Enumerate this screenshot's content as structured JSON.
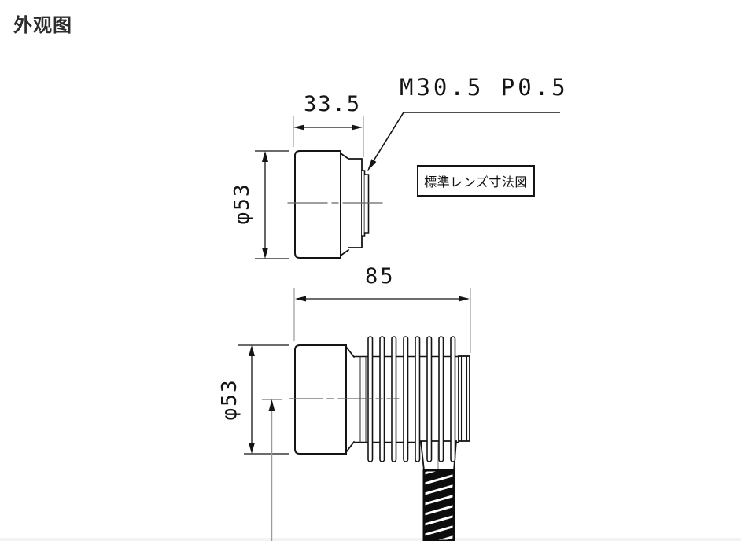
{
  "page": {
    "title": "外观图"
  },
  "drawing": {
    "type": "technical-outline-drawing",
    "views": {
      "lens_view": {
        "callout_thread": "M30.5 P0.5",
        "label_box": "標準レンズ寸法図",
        "dim_length": "33.5",
        "dim_diameter": "φ53"
      },
      "camera_view": {
        "dim_length": "85",
        "dim_diameter": "φ53"
      }
    },
    "colors": {
      "line": "#141414",
      "extension_line": "#999999",
      "centerline": "#666666",
      "cable": "#0d0d0d",
      "background": "#ffffff",
      "title_text": "#2d2d2d"
    }
  }
}
